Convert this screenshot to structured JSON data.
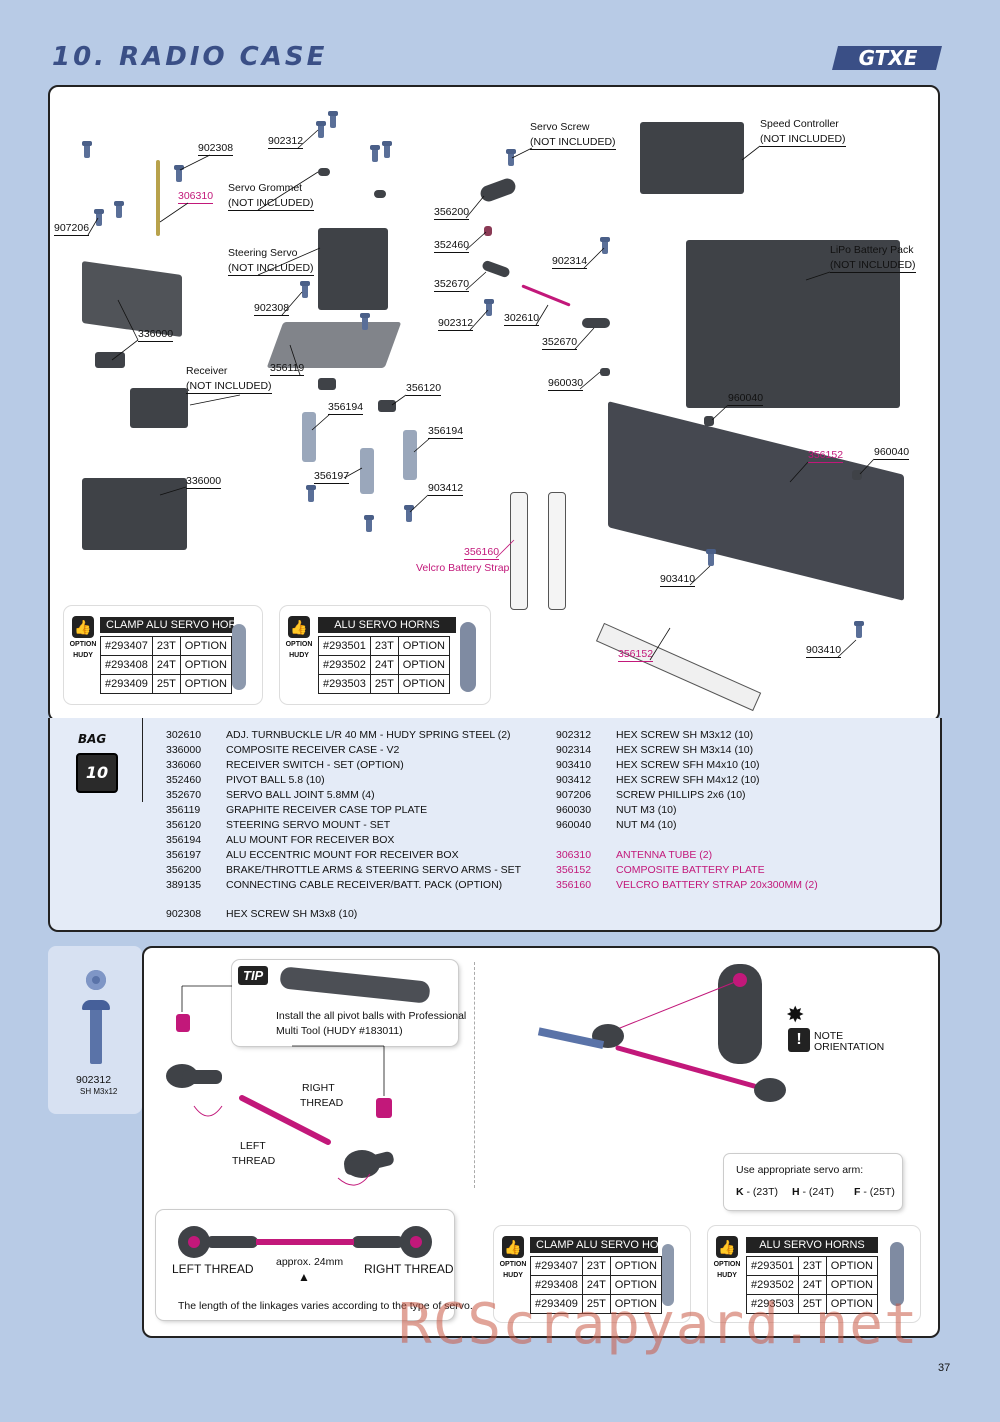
{
  "header": {
    "title": "10. RADIO CASE",
    "logo_text": "GTXE"
  },
  "diagram": {
    "labels": {
      "l902308a": "902308",
      "l902312a": "902312",
      "l306310": "306310",
      "l907206": "907206",
      "servo_grommet_1": "Servo Grommet",
      "servo_grommet_2": "(NOT INCLUDED)",
      "steering_servo_1": "Steering Servo",
      "steering_servo_2": "(NOT INCLUDED)",
      "l902308b": "902308",
      "l336000a": "336000",
      "l356119": "356119",
      "receiver_1": "Receiver",
      "receiver_2": "(NOT INCLUDED)",
      "l356194a": "356194",
      "l356120": "356120",
      "l356194b": "356194",
      "l356197": "356197",
      "l903412": "903412",
      "l336000b": "336000",
      "servo_screw_1": "Servo Screw",
      "servo_screw_2": "(NOT INCLUDED)",
      "l356200": "356200",
      "l352460": "352460",
      "l352670a": "352670",
      "l902312b": "902312",
      "l302610": "302610",
      "l902314": "902314",
      "l352670b": "352670",
      "l960030": "960030",
      "speed_ctrl_1": "Speed Controller",
      "speed_ctrl_2": "(NOT INCLUDED)",
      "lipo_1": "LiPo Battery Pack",
      "lipo_2": "(NOT INCLUDED)",
      "l960040a": "960040",
      "l356152a": "356152",
      "l960040b": "960040",
      "l356160": "356160",
      "velcro": "Velcro Battery Strap",
      "l903410a": "903410",
      "l356152b": "356152",
      "l903410b": "903410"
    }
  },
  "option_boxes": [
    {
      "title": "CLAMP ALU SERVO HORNS",
      "option_label": "OPTION",
      "brand": "HUDY",
      "rows": [
        [
          "#293407",
          "23T",
          "OPTION"
        ],
        [
          "#293408",
          "24T",
          "OPTION"
        ],
        [
          "#293409",
          "25T",
          "OPTION"
        ]
      ]
    },
    {
      "title": "ALU SERVO HORNS",
      "option_label": "OPTION",
      "brand": "HUDY",
      "rows": [
        [
          "#293501",
          "23T",
          "OPTION"
        ],
        [
          "#293502",
          "24T",
          "OPTION"
        ],
        [
          "#293503",
          "25T",
          "OPTION"
        ]
      ]
    }
  ],
  "bag": {
    "label": "BAG",
    "number": "10"
  },
  "parts_left": [
    [
      "302610",
      "ADJ. TURNBUCKLE L/R 40 MM  - HUDY SPRING STEEL (2)"
    ],
    [
      "336000",
      "COMPOSITE RECEIVER CASE - V2"
    ],
    [
      "336060",
      "RECEIVER SWITCH - SET (OPTION)"
    ],
    [
      "352460",
      "PIVOT BALL 5.8 (10)"
    ],
    [
      "352670",
      "SERVO BALL JOINT  5.8MM (4)"
    ],
    [
      "356119",
      "GRAPHITE RECEIVER CASE TOP PLATE"
    ],
    [
      "356120",
      "STEERING SERVO MOUNT - SET"
    ],
    [
      "356194",
      "ALU MOUNT FOR RECEIVER BOX"
    ],
    [
      "356197",
      "ALU ECCENTRIC MOUNT FOR RECEIVER BOX"
    ],
    [
      "356200",
      "BRAKE/THROTTLE ARMS & STEERING SERVO ARMS - SET"
    ],
    [
      "389135",
      "CONNECTING CABLE  RECEIVER/BATT. PACK (OPTION)"
    ]
  ],
  "parts_left_extra": [
    "902308",
    "HEX SCREW  SH M3x8  (10)"
  ],
  "parts_right": [
    [
      "902312",
      "HEX SCREW  SH M3x12  (10)"
    ],
    [
      "902314",
      "HEX SCREW  SH M3x14  (10)"
    ],
    [
      "903410",
      "HEX SCREW  SFH M4x10  (10)"
    ],
    [
      "903412",
      "HEX SCREW  SFH M4x12  (10)"
    ],
    [
      "907206",
      "SCREW PHILLIPS 2x6  (10)"
    ],
    [
      "960030",
      "NUT M3  (10)"
    ],
    [
      "960040",
      "NUT M4  (10)"
    ]
  ],
  "parts_right_pink": [
    [
      "306310",
      "ANTENNA TUBE (2)"
    ],
    [
      "356152",
      "COMPOSITE BATTERY PLATE"
    ],
    [
      "356160",
      "VELCRO BATTERY STRAP 20x300MM (2)"
    ]
  ],
  "side_part": {
    "number": "902312",
    "desc": "SH M3x12"
  },
  "tip": {
    "badge": "TIP",
    "text_1": "Install the all pivot balls with Professional",
    "text_2": "Multi Tool (HUDY #183011)"
  },
  "assembly": {
    "right_thread_1": "RIGHT",
    "right_thread_2": "THREAD",
    "left_thread_1": "LEFT",
    "left_thread_2": "THREAD",
    "bottom_left_thread": "LEFT  THREAD",
    "bottom_right_thread": "RIGHT  THREAD",
    "approx": "approx. 24mm",
    "note_len": "The length of the linkages varies according to the type of servo.",
    "note_1": "NOTE",
    "note_2": "ORIENTATION",
    "servo_arm_text": "Use appropriate servo arm:",
    "k_key": "K",
    "k_val": " - (23T)",
    "h_key": "H",
    "h_val": " - (24T)",
    "f_key": "F",
    "f_val": " - (25T)"
  },
  "page_number": "37",
  "watermark": "RCScrapyard.net",
  "colors": {
    "background": "#b8cbe6",
    "title": "#3a4f86",
    "pink": "#c2187a",
    "part": "#3f4247"
  }
}
